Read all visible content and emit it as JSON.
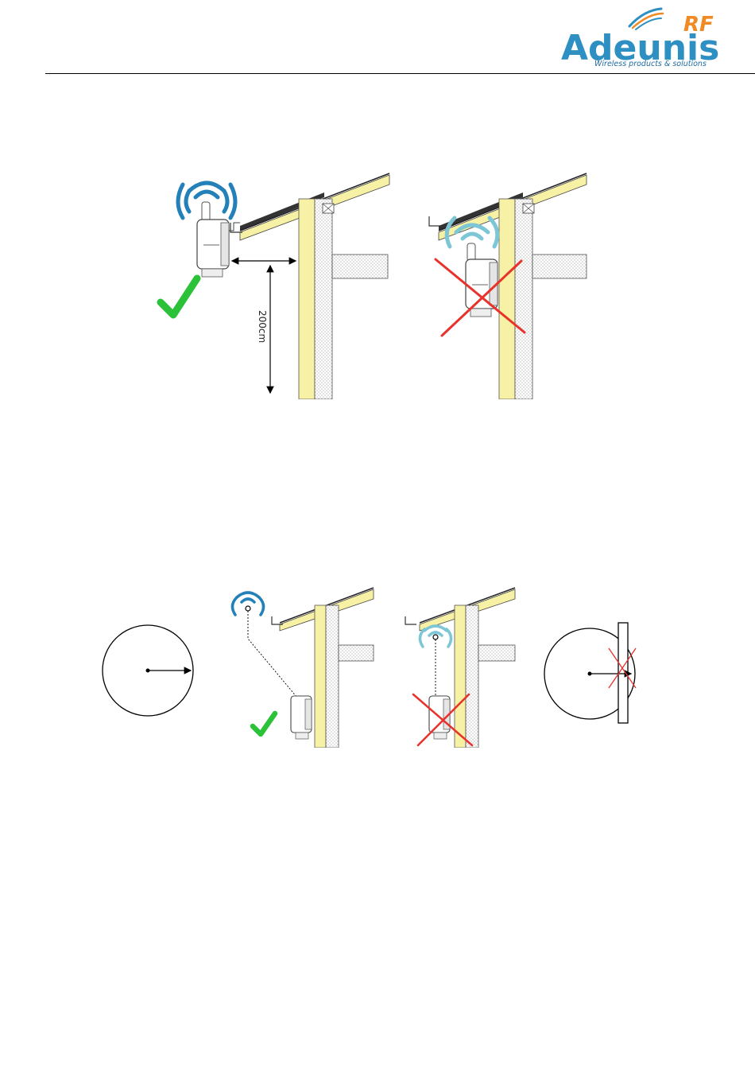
{
  "header": {
    "logo": {
      "brand": "Adeunis",
      "suffix": "RF",
      "tagline": "Wireless products & solutions",
      "colors": {
        "brand": "#2d8fc2",
        "suffix": "#f08a24",
        "tagline": "#1f6aa0"
      }
    }
  },
  "figure1": {
    "distance_label": "200cm",
    "correct": {
      "icon": "green-check-icon",
      "color": "#2bc23a"
    },
    "incorrect": {
      "icon": "red-cross-icon",
      "color": "#e8322b"
    }
  },
  "figure2": {
    "correct": {
      "icon": "green-check-icon",
      "color": "#2bc23a"
    },
    "incorrect": {
      "icon": "red-cross-icon",
      "color": "#e8322b"
    }
  },
  "colors": {
    "wall_insulation": "#f7f1a6",
    "signal_strong": "#2380b8",
    "signal_weak": "#7cc6d6"
  }
}
